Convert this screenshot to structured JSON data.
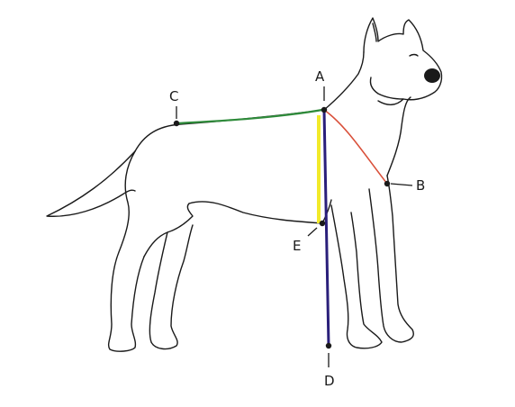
{
  "points": {
    "A": {
      "label": "A"
    },
    "B": {
      "label": "B"
    },
    "C": {
      "label": "C"
    },
    "D": {
      "label": "D"
    },
    "E": {
      "label": "E"
    }
  },
  "measurements": [
    {
      "id": "back-length",
      "from": "C",
      "to": "A",
      "color": "#2e8b3a"
    },
    {
      "id": "chest-front",
      "from": "A",
      "to": "B",
      "color": "#d9503a"
    },
    {
      "id": "shoulder-to-elbow",
      "from": "A",
      "to": "E",
      "color": "#f2ea2a"
    },
    {
      "id": "height-at-withers",
      "from": "A",
      "to": "D",
      "color": "#2a1f7a"
    }
  ],
  "colors": {
    "outline": "#1a1a1a",
    "background": "#ffffff"
  }
}
